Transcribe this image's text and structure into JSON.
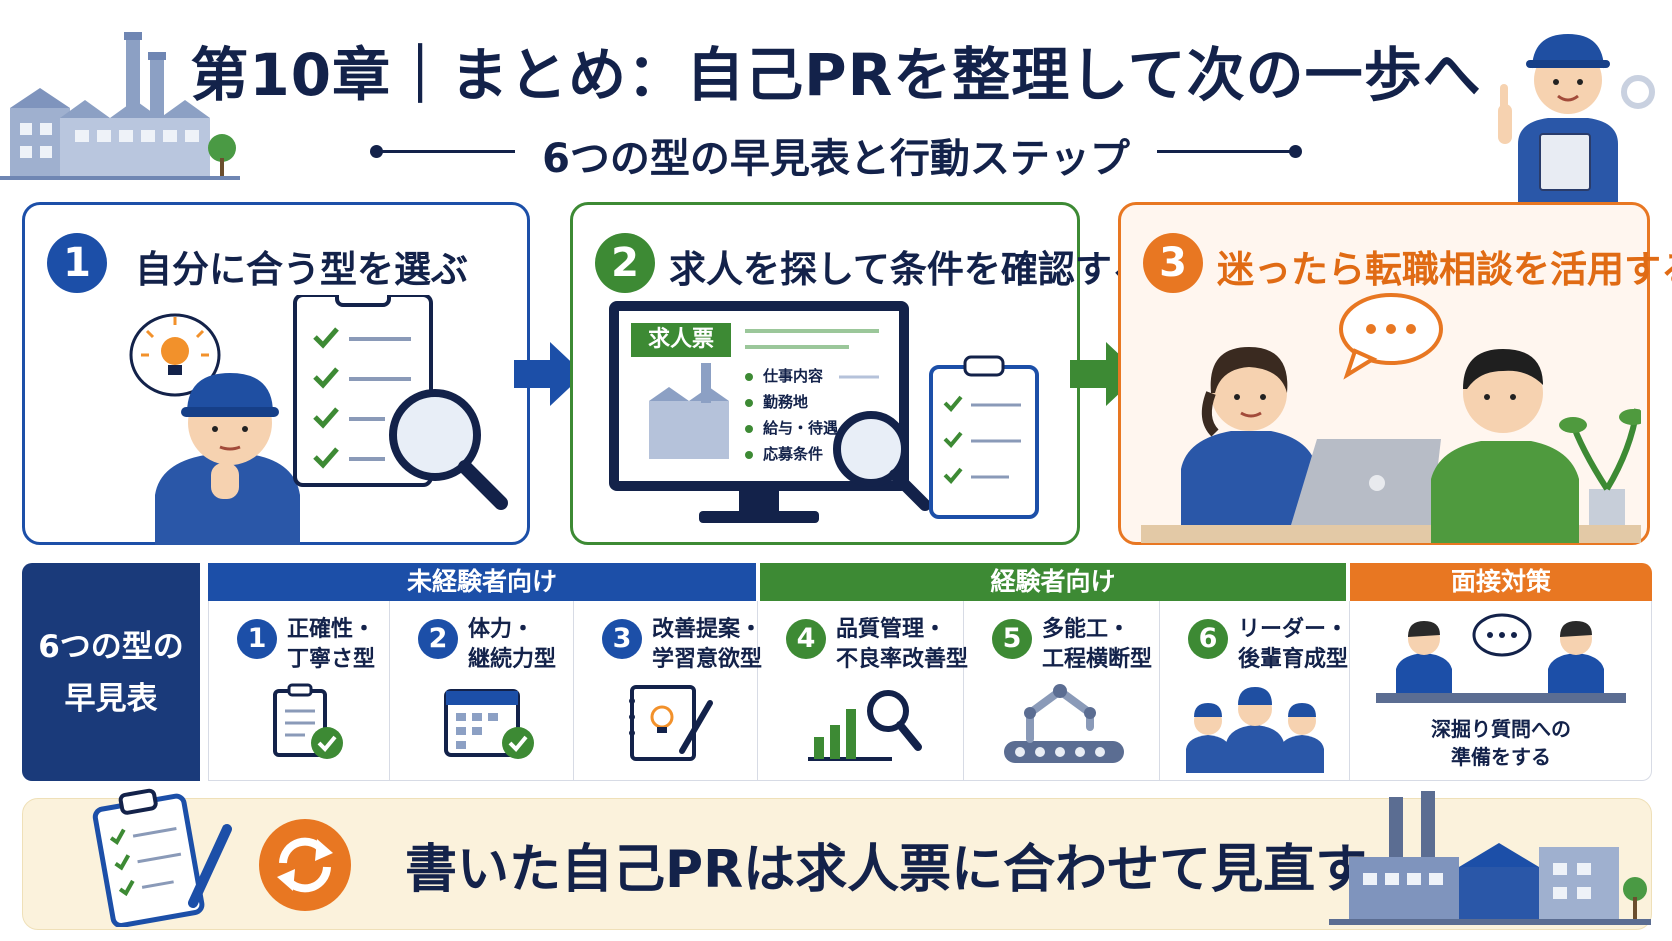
{
  "header": {
    "title": "第10章｜まとめ：自己PRを整理して次の一歩へ",
    "subtitle": "6つの型の早見表と行動ステップ"
  },
  "steps": [
    {
      "number": "1",
      "title": "自分に合う型を選ぶ"
    },
    {
      "number": "2",
      "title": "求人を探して条件を確認する"
    },
    {
      "number": "3",
      "title": "迷ったら転職相談を活用する"
    }
  ],
  "job_sheet": {
    "heading": "求人票",
    "items": [
      "仕事内容",
      "勤務地",
      "給与・待遇",
      "応募条件"
    ]
  },
  "table": {
    "heading_line1": "6つの型の",
    "heading_line2": "早見表",
    "groups": [
      {
        "label": "未経験者向け"
      },
      {
        "label": "経験者向け"
      },
      {
        "label": "面接対策"
      }
    ],
    "types": [
      {
        "number": "1",
        "line1": "正確性・",
        "line2": "丁寧さ型"
      },
      {
        "number": "2",
        "line1": "体力・",
        "line2": "継続力型"
      },
      {
        "number": "3",
        "line1": "改善提案・",
        "line2": "学習意欲型"
      },
      {
        "number": "4",
        "line1": "品質管理・",
        "line2": "不良率改善型"
      },
      {
        "number": "5",
        "line1": "多能工・",
        "line2": "工程横断型"
      },
      {
        "number": "6",
        "line1": "リーダー・",
        "line2": "後輩育成型"
      }
    ],
    "interview_note_line1": "深掘り質問への",
    "interview_note_line2": "準備をする"
  },
  "banner": {
    "text": "書いた自己PRは求人票に合わせて見直す"
  },
  "colors": {
    "navy": "#13224a",
    "blue": "#1c4fa8",
    "green": "#3d8a34",
    "orange": "#e87722"
  }
}
